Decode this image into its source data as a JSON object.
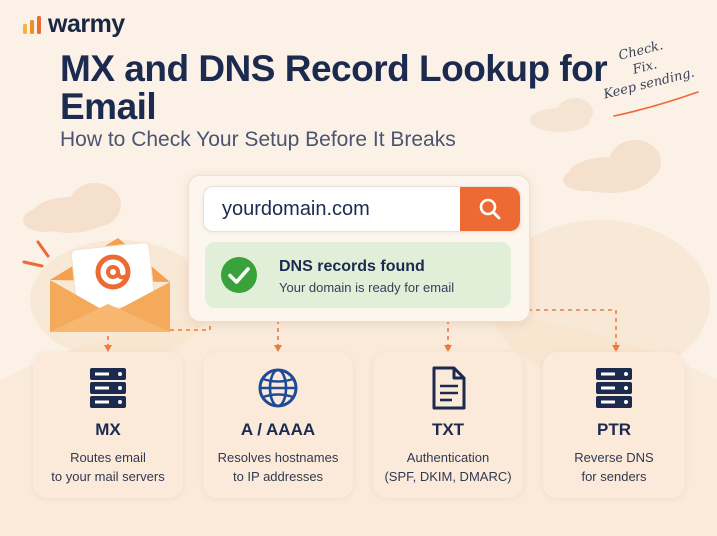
{
  "brand": {
    "name": "warmy",
    "accent": "#ee6a34",
    "navy": "#1b2a4e"
  },
  "title": "MX and DNS Record Lookup for Email",
  "subtitle": "How to Check Your Setup Before It Breaks",
  "handnote": [
    "Check.",
    "Fix.",
    "Keep sending."
  ],
  "search": {
    "value": "yourdomain.com",
    "button_icon": "search-icon"
  },
  "status": {
    "title": "DNS records found",
    "subtitle": "Your domain is ready for email",
    "color": "#3aa23a"
  },
  "envelope_icon": "envelope-at-icon",
  "records": [
    {
      "title": "MX",
      "desc_line1": "Routes email",
      "desc_line2": "to your mail servers",
      "icon": "server-icon"
    },
    {
      "title": "A / AAAA",
      "desc_line1": "Resolves hostnames",
      "desc_line2": "to IP addresses",
      "icon": "globe-icon"
    },
    {
      "title": "TXT",
      "desc_line1": "Authentication",
      "desc_line2": "(SPF, DKIM, DMARC)",
      "icon": "document-icon"
    },
    {
      "title": "PTR",
      "desc_line1": "Reverse DNS",
      "desc_line2": "for senders",
      "icon": "server-icon"
    }
  ]
}
